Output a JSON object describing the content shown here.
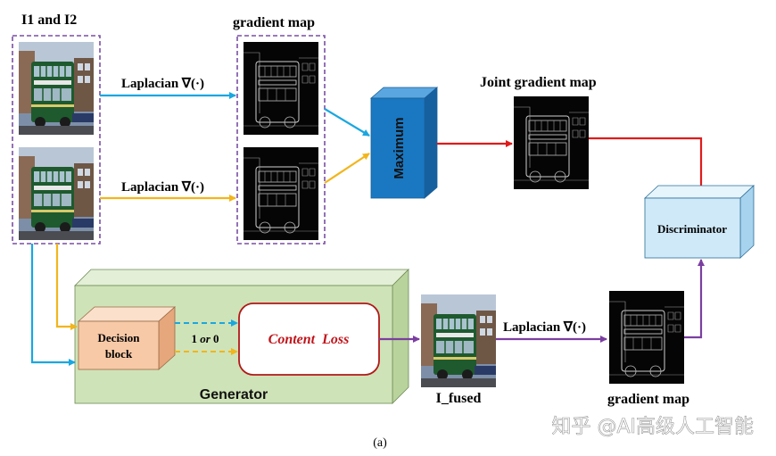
{
  "inputs_label": "I1 and I2",
  "gradient_map_top_label": "gradient map",
  "laplacian_label_1": "Laplacian ∇(·)",
  "laplacian_label_2": "Laplacian ∇(·)",
  "laplacian_label_3": "Laplacian ∇(·)",
  "maximum_label": "Maximum",
  "joint_gradient_label": "Joint gradient map",
  "discriminator_label": "Discriminator",
  "decision_block_line1": "Decision",
  "decision_block_line2": "block",
  "decision_value_1": "1 ",
  "decision_value_or": "or",
  "decision_value_2": " 0",
  "content_loss_label": "Content  Loss",
  "generator_label": "Generator",
  "fused_label": "I_fused",
  "gradient_map_bottom_label": "gradient map",
  "caption": "(a)",
  "watermark": "知乎 @AI高级人工智能",
  "colors": {
    "blue_arrow": "#1aa7e0",
    "yellow_arrow": "#f2b51c",
    "red_arrow": "#e01b1b",
    "purple_arrow": "#7b3fa0",
    "dashed_border": "#7a4fa3",
    "maximum_box": "#1a78c2",
    "discriminator_box": "#cfe9f8",
    "generator_box": "#cfe3b8",
    "decision_box": "#f7c9a6",
    "content_loss_border": "#b21818",
    "content_loss_text": "#c0141a"
  }
}
